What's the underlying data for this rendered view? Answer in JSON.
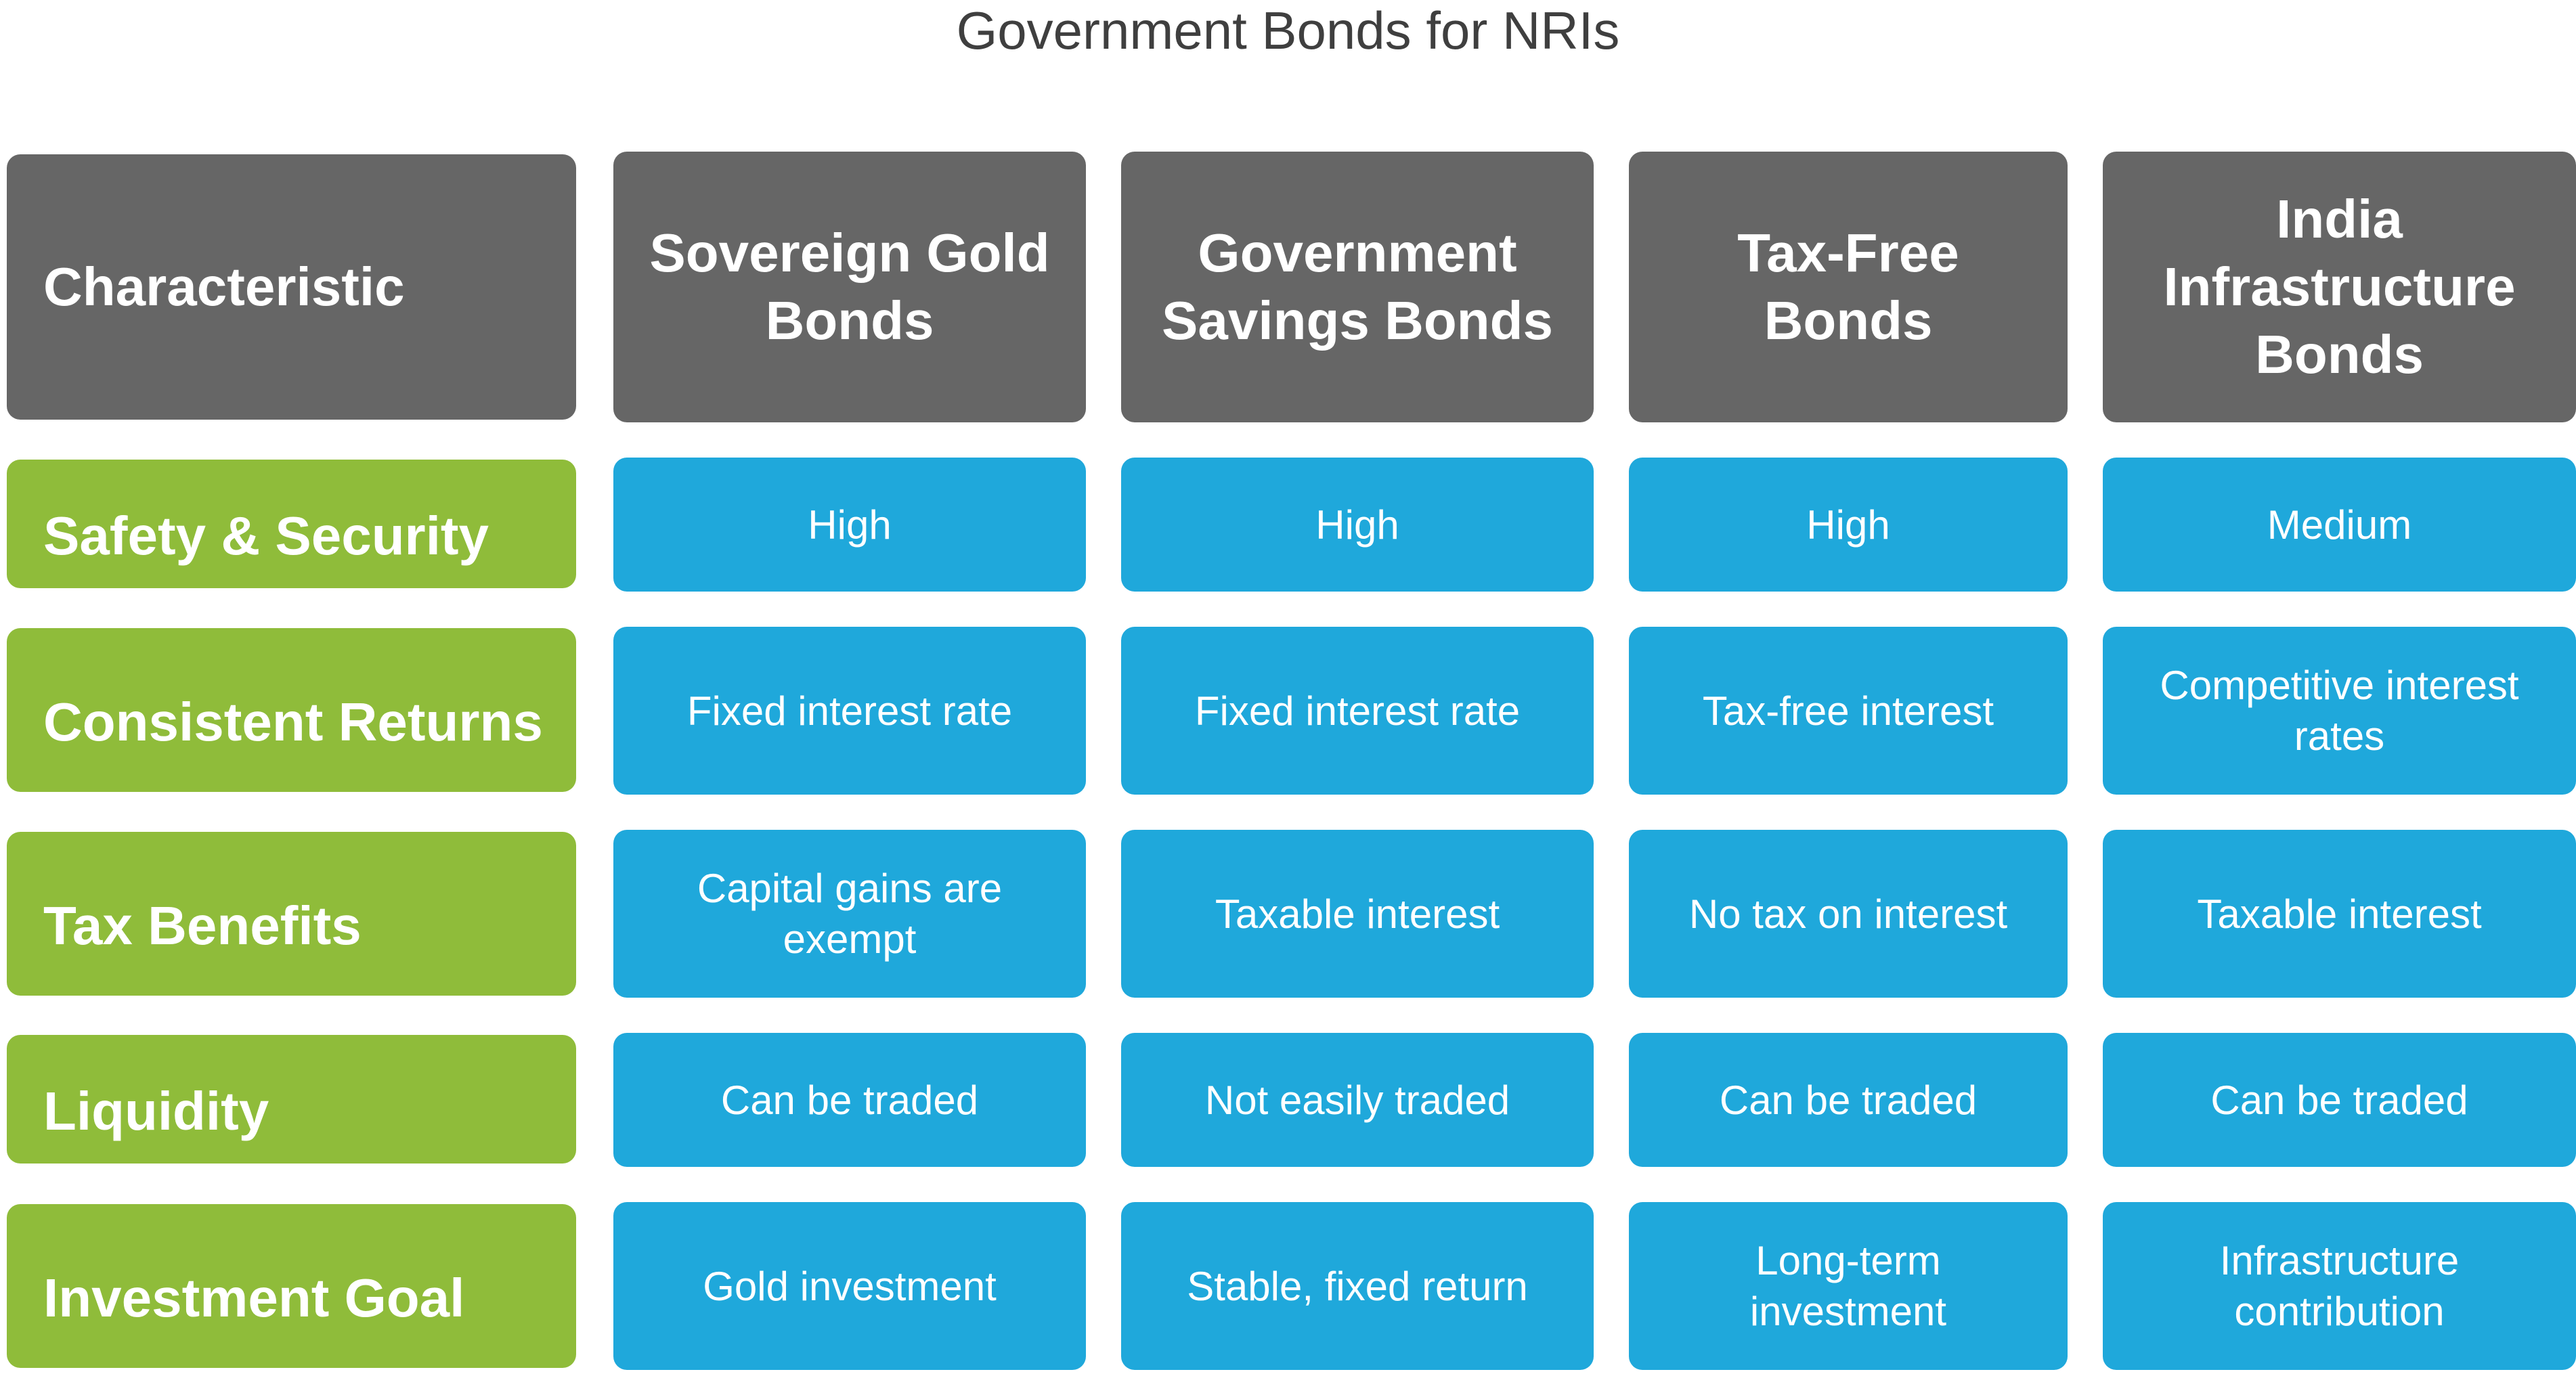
{
  "title": "Government Bonds for NRIs",
  "header": {
    "characteristic": "Characteristic",
    "columns": [
      "Sovereign Gold Bonds",
      "Government Savings Bonds",
      "Tax-Free Bonds",
      "India Infrastructure Bonds"
    ]
  },
  "rows": [
    {
      "label": "Safety & Security",
      "values": [
        "High",
        "High",
        "High",
        "Medium"
      ]
    },
    {
      "label": "Consistent Returns",
      "values": [
        "Fixed interest rate",
        "Fixed interest rate",
        "Tax-free interest",
        "Competitive interest rates"
      ]
    },
    {
      "label": "Tax Benefits",
      "values": [
        "Capital gains are exempt",
        "Taxable interest",
        "No tax on interest",
        "Taxable interest"
      ]
    },
    {
      "label": "Liquidity",
      "values": [
        "Can be traded",
        "Not easily traded",
        "Can be traded",
        "Can be traded"
      ]
    },
    {
      "label": "Investment Goal",
      "values": [
        "Gold investment",
        "Stable, fixed return",
        "Long-term investment",
        "Infrastructure contribution"
      ]
    }
  ],
  "colors": {
    "header": "#666666",
    "label": "#8fbc3a",
    "value": "#1fa8db",
    "title": "#3f3f3f"
  }
}
